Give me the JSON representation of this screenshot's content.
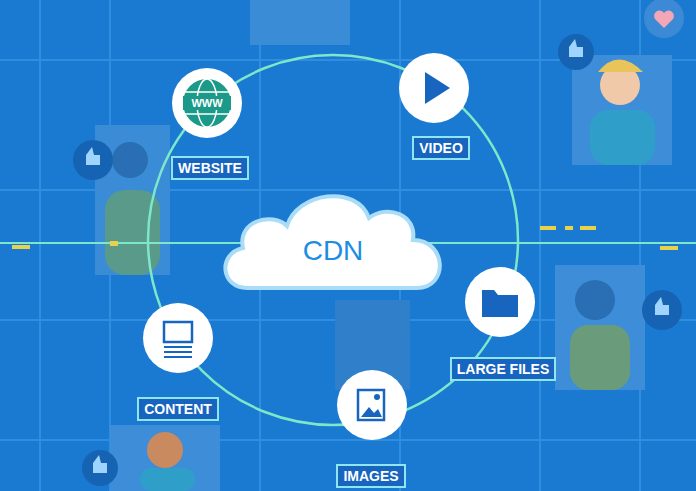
{
  "diagram": {
    "nodes": [
      {
        "text": [
          "CDN"
        ]
      },
      {
        "text": [
          "WEBSITE"
        ]
      },
      {
        "text": [
          "VIDEO"
        ]
      },
      {
        "text": [
          "LARGE FILES"
        ]
      },
      {
        "text": [
          "IMAGES"
        ]
      },
      {
        "text": [
          "CONTENT"
        ]
      }
    ],
    "labels": [
      "WWW"
    ]
  }
}
